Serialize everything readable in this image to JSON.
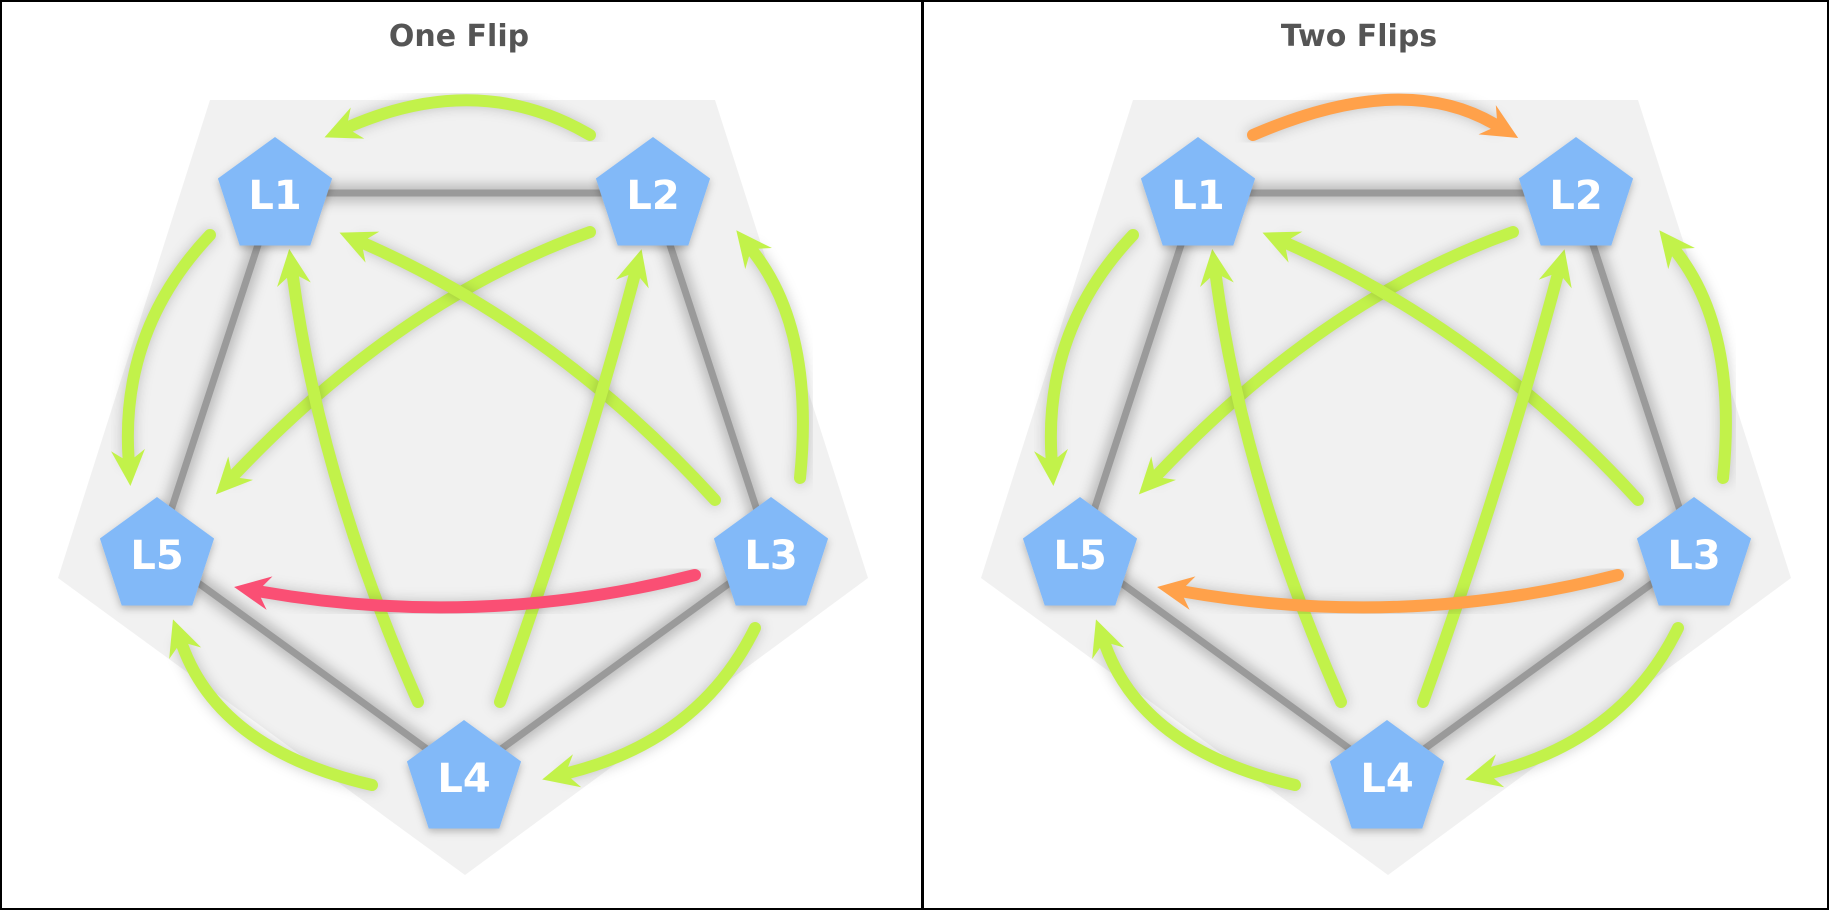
{
  "colors": {
    "node_fill": "#82b9f8",
    "normal_arrow": "#c2f24a",
    "flipped_arrow_one": "#fa4f74",
    "flipped_arrow_two": "#ffa14a",
    "title_text": "#555555",
    "background_shape": "#f1f1f1",
    "border": "#000000"
  },
  "nodes": [
    {
      "id": "L1",
      "label": "L1"
    },
    {
      "id": "L2",
      "label": "L2"
    },
    {
      "id": "L3",
      "label": "L3"
    },
    {
      "id": "L4",
      "label": "L4"
    },
    {
      "id": "L5",
      "label": "L5"
    }
  ],
  "panels": [
    {
      "id": "one-flip",
      "title": "One Flip",
      "edges": [
        {
          "from": "L2",
          "to": "L1",
          "kind": "outer"
        },
        {
          "from": "L1",
          "to": "L5",
          "kind": "outer"
        },
        {
          "from": "L4",
          "to": "L5",
          "kind": "outer"
        },
        {
          "from": "L3",
          "to": "L4",
          "kind": "outer"
        },
        {
          "from": "L3",
          "to": "L2",
          "kind": "outer"
        },
        {
          "from": "L2",
          "to": "L5",
          "kind": "chord"
        },
        {
          "from": "L3",
          "to": "L1",
          "kind": "chord"
        },
        {
          "from": "L4",
          "to": "L1",
          "kind": "chord"
        },
        {
          "from": "L4",
          "to": "L2",
          "kind": "chord"
        },
        {
          "from": "L3",
          "to": "L5",
          "kind": "chord",
          "flipped": true
        }
      ]
    },
    {
      "id": "two-flips",
      "title": "Two Flips",
      "edges": [
        {
          "from": "L1",
          "to": "L2",
          "kind": "outer",
          "flipped": true
        },
        {
          "from": "L1",
          "to": "L5",
          "kind": "outer"
        },
        {
          "from": "L4",
          "to": "L5",
          "kind": "outer"
        },
        {
          "from": "L3",
          "to": "L4",
          "kind": "outer"
        },
        {
          "from": "L3",
          "to": "L2",
          "kind": "outer"
        },
        {
          "from": "L2",
          "to": "L5",
          "kind": "chord"
        },
        {
          "from": "L3",
          "to": "L1",
          "kind": "chord"
        },
        {
          "from": "L4",
          "to": "L1",
          "kind": "chord"
        },
        {
          "from": "L4",
          "to": "L2",
          "kind": "chord"
        },
        {
          "from": "L3",
          "to": "L5",
          "kind": "chord",
          "flipped": true
        }
      ]
    }
  ]
}
